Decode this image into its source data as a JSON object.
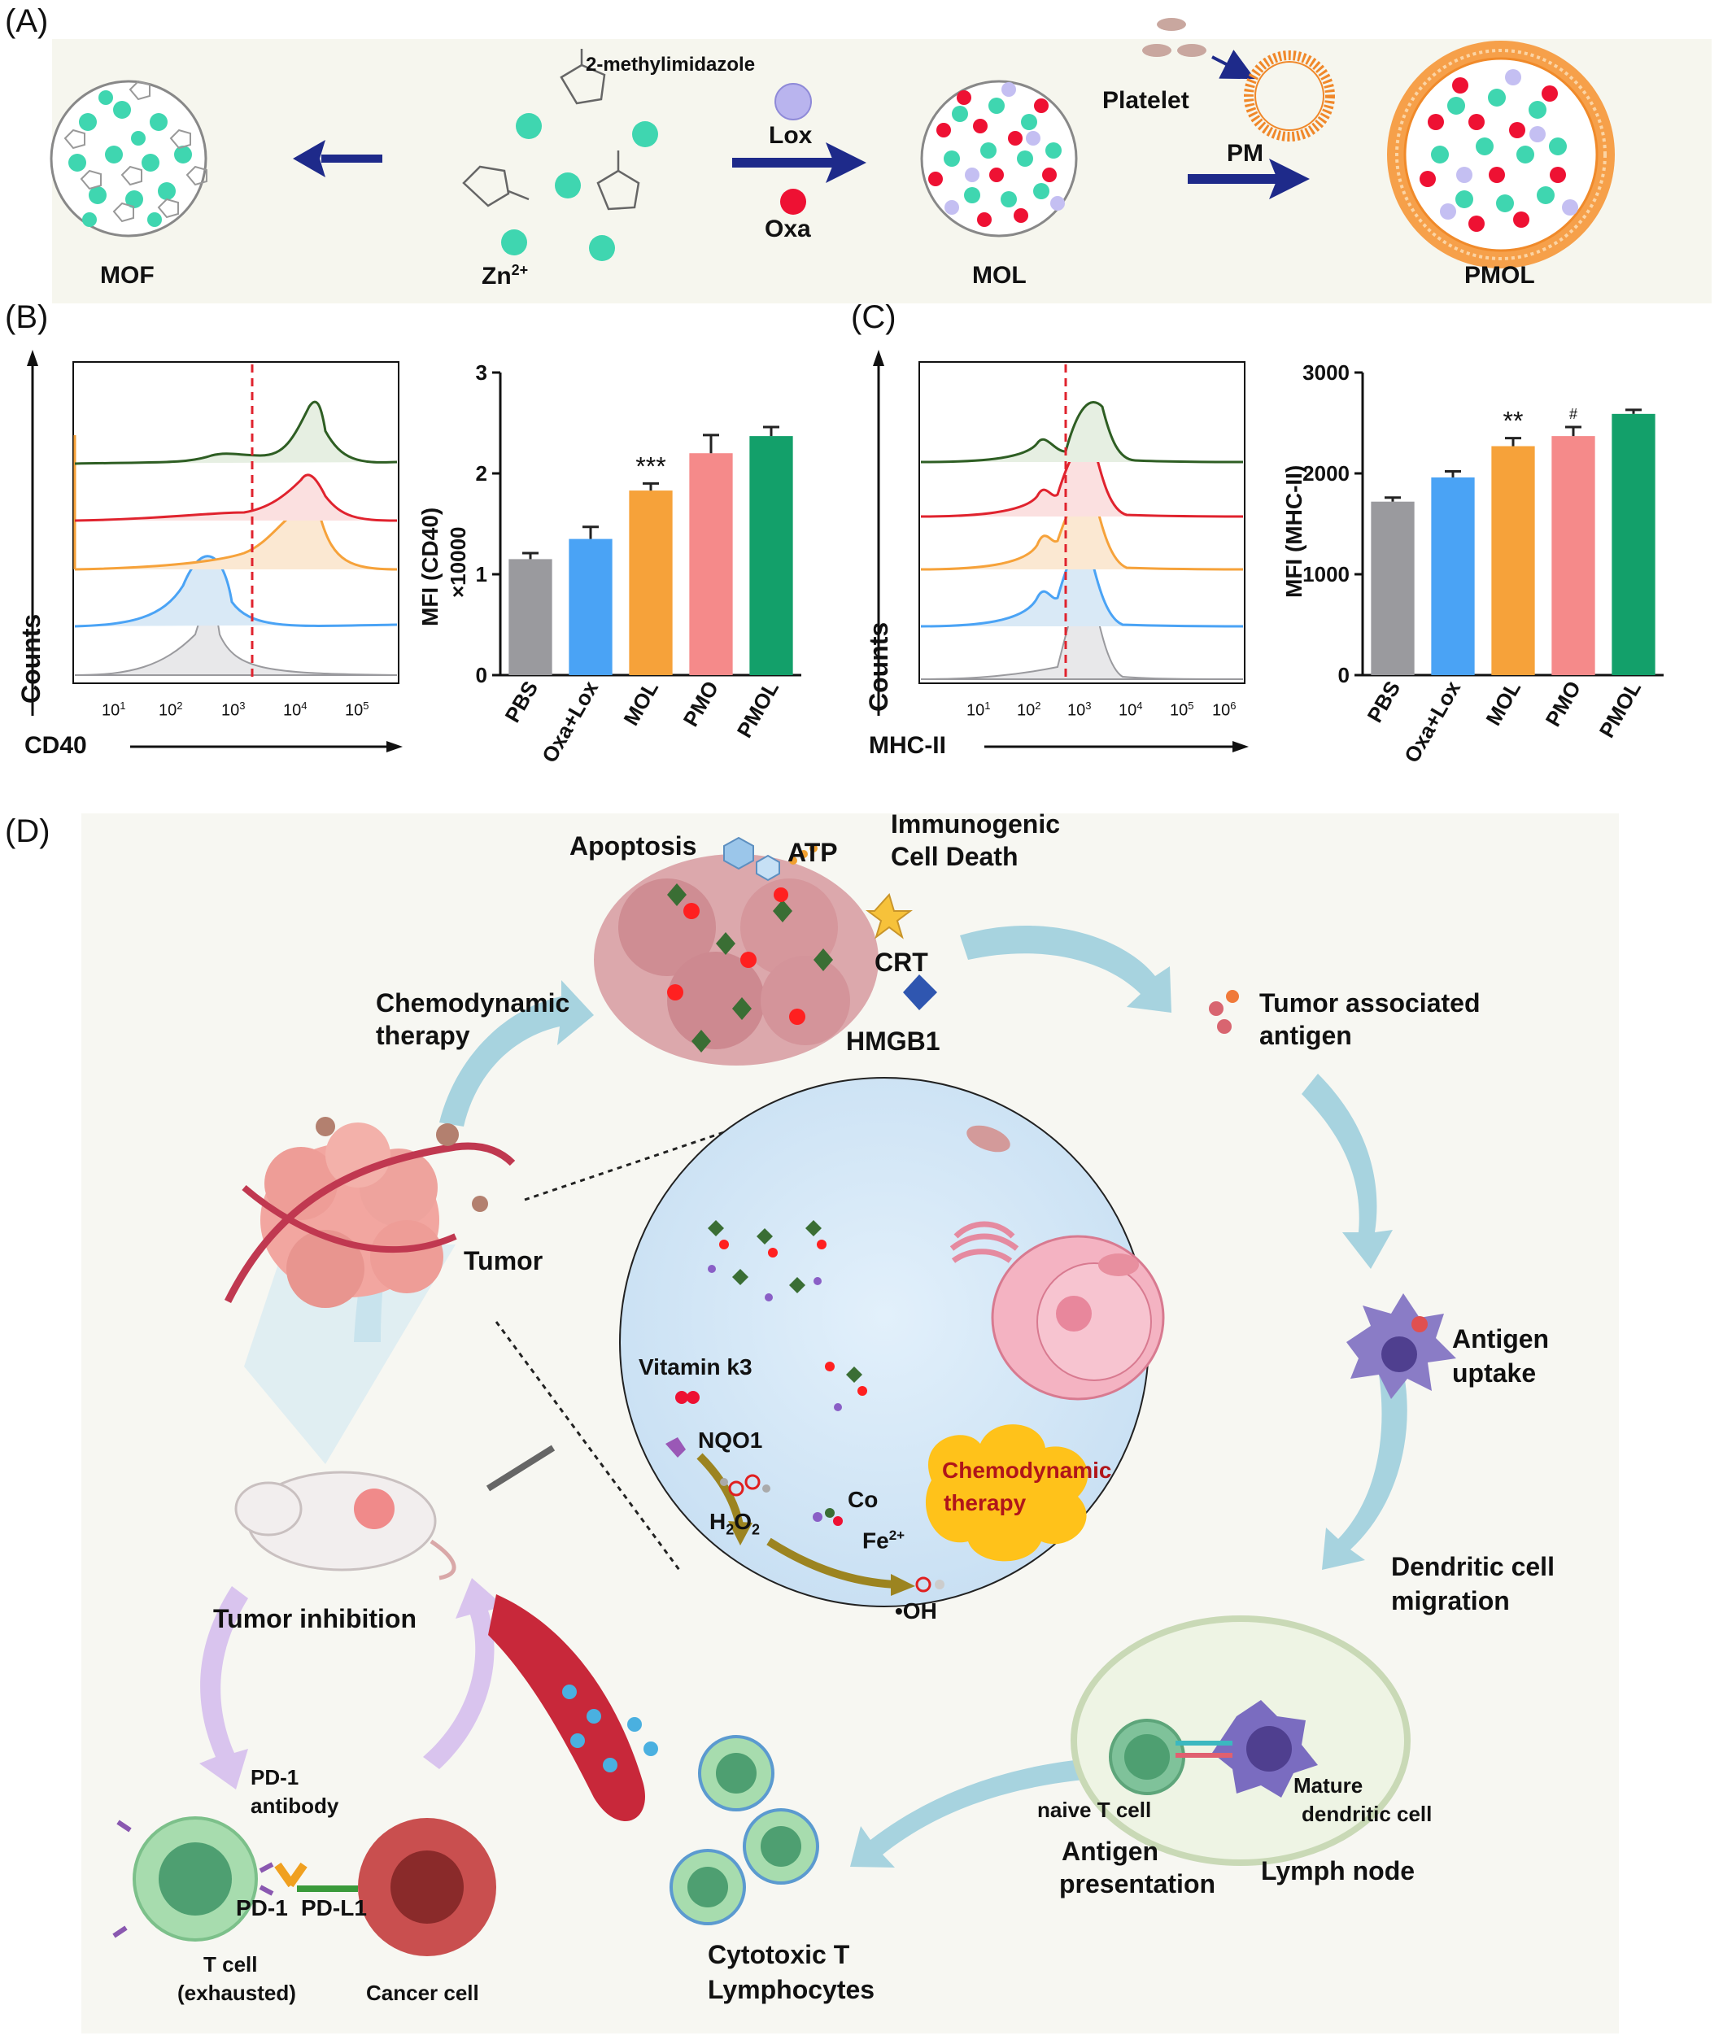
{
  "panels": {
    "a": "(A)",
    "b": "(B)",
    "c": "(C)",
    "d": "(D)"
  },
  "panel_a": {
    "mof": "MOF",
    "zn": "Zn",
    "zn_sup": "2+",
    "methyl": "2-methylimidazole",
    "lox": "Lox",
    "oxa": "Oxa",
    "mol": "MOL",
    "platelet": "Platelet",
    "pm": "PM",
    "pmol": "PMOL"
  },
  "panel_b": {
    "counts": "Counts",
    "xlabel": "CD40",
    "ylabel": "MFI (CD40)",
    "yunit": "×10000",
    "sig": "***",
    "xticks": [
      "10",
      "10",
      "10",
      "10",
      "10"
    ],
    "xtick_exp": [
      "1",
      "2",
      "3",
      "4",
      "5"
    ]
  },
  "panel_c": {
    "counts": "Counts",
    "xlabel": "MHC-II",
    "ylabel": "MFI (MHC-II)",
    "sig1": "**",
    "sig2": "#",
    "xticks": [
      "10",
      "10",
      "10",
      "10",
      "10",
      "10"
    ],
    "xtick_exp": [
      "1",
      "2",
      "3",
      "4",
      "5",
      "6"
    ]
  },
  "panel_d": {
    "apoptosis": "Apoptosis",
    "atp": "ATP",
    "icd1": "Immunogenic",
    "icd2": "Cell Death",
    "crt": "CRT",
    "hmgb1": "HMGB1",
    "cdt1": "Chemodynamic",
    "cdt2": "therapy",
    "taa1": "Tumor associated",
    "taa2": "antigen",
    "tumor": "Tumor",
    "au1": "Antigen",
    "au2": "uptake",
    "vitk3": "Vitamin k3",
    "nqo1": "NQO1",
    "h2o2": "H",
    "h2o2_s1": "2",
    "h2o2_o": "O",
    "h2o2_s2": "2",
    "co": "Co",
    "fe": "Fe",
    "fe_sup": "2+",
    "oh": "•OH",
    "cloud1": "Chemodynamic",
    "cloud2": "therapy",
    "dcm1": "Dendritic cell",
    "dcm2": "migration",
    "inhibition": "Tumor inhibition",
    "pd1ab1": "PD-1",
    "pd1ab2": "antibody",
    "pd1": "PD-1",
    "pdl1": "PD-L1",
    "tcell1": "T cell",
    "tcell2": "(exhausted)",
    "cancer": "Cancer cell",
    "ctl1": "Cytotoxic T",
    "ctl2": "Lymphocytes",
    "naive": "naive T cell",
    "mature1": "Mature",
    "mature2": "dendritic cell",
    "ap1": "Antigen",
    "ap2": "presentation",
    "lymph": "Lymph node"
  },
  "colors": {
    "arrow_blue": "#1e2a8a",
    "cyan_dot": "#3fd6b0",
    "red_dot": "#ee1133",
    "gray": "#9a9a9e",
    "blue": "#4aa3f5",
    "orange": "#f6a23a",
    "pink": "#f58a8a",
    "green": "#13a06a",
    "hist_red": "#e0232e",
    "hist_darkgreen": "#2e5e23",
    "cycle_arrow": "#a7d3df",
    "purple_arrow": "#d7c2ee",
    "cloud": "#ffc21a"
  },
  "chart_data": [
    {
      "type": "bar",
      "categories": [
        "PBS",
        "Oxa+Lox",
        "MOL",
        "PMO",
        "PMOL"
      ],
      "values": [
        1.15,
        1.35,
        1.83,
        2.2,
        2.37
      ],
      "errors": [
        0.06,
        0.12,
        0.07,
        0.18,
        0.09
      ],
      "ylabel": "MFI (CD40) ×10000",
      "ylim": [
        0,
        3
      ],
      "yticks": [
        "0",
        "1",
        "2",
        "3"
      ],
      "annotations": {
        "MOL": "***"
      }
    },
    {
      "type": "bar",
      "categories": [
        "PBS",
        "Oxa+Lox",
        "MOL",
        "PMO",
        "PMOL"
      ],
      "values": [
        1720,
        1960,
        2270,
        2370,
        2590
      ],
      "errors": [
        40,
        60,
        80,
        90,
        40
      ],
      "ylabel": "MFI (MHC-II)",
      "ylim": [
        0,
        3000
      ],
      "yticks": [
        "0",
        "1000",
        "2000",
        "3000"
      ],
      "annotations": {
        "MOL": "**",
        "PMO": "#"
      }
    }
  ]
}
